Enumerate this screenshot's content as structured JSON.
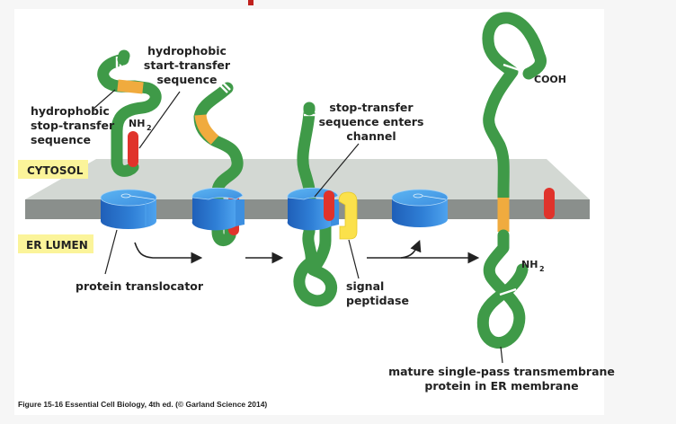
{
  "figure": {
    "caption": "Figure 15-16  Essential Cell Biology, 4th ed. (© Garland Science 2014)"
  },
  "regions": {
    "cytosol": "CYTOSOL",
    "er_lumen": "ER LUMEN"
  },
  "labels": {
    "stop_transfer": [
      "hydrophobic",
      "stop-transfer",
      "sequence"
    ],
    "start_transfer": [
      "hydrophobic",
      "start-transfer",
      "sequence"
    ],
    "nh2_top": "NH",
    "nh2_top_sub": "2",
    "stop_enters": [
      "stop-transfer",
      "sequence enters",
      "channel"
    ],
    "cooh": "COOH",
    "nh2_bottom": "NH",
    "nh2_bottom_sub": "2",
    "protein_translocator": "protein translocator",
    "signal_peptidase": [
      "signal",
      "peptidase"
    ],
    "mature_protein": [
      "mature single-pass transmembrane",
      "protein in ER membrane"
    ]
  },
  "colors": {
    "polypeptide": "#3f9a48",
    "stop_transfer_seq": "#f0ab3e",
    "start_transfer_seq": "#e0332b",
    "signal_peptidase": "#fbe14b",
    "translocator": "#2f7fd6",
    "membrane_top": "#d3d8d3",
    "membrane_side": "#8a8f8c",
    "region_label_bg": "#fbf49a"
  }
}
